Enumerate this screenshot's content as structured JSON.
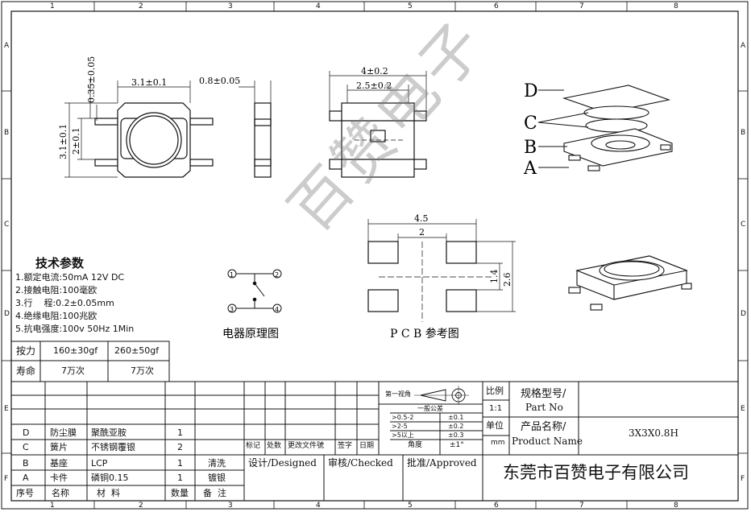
{
  "zones": {
    "columns": [
      "1",
      "2",
      "3",
      "4",
      "5",
      "6",
      "7",
      "8"
    ],
    "rows": [
      "A",
      "B",
      "C",
      "D",
      "E",
      "F"
    ]
  },
  "top_view": {
    "width_dim": "3.1±0.1",
    "height_dim": "3.1±0.1",
    "inner_height_dim": "2±0.1",
    "terminal_dim": "0.35±0.05"
  },
  "side_view": {
    "thickness_dim": "0.8±0.05"
  },
  "front_view": {
    "outer_dim": "4±0.2",
    "inner_dim": "2.5±0.2"
  },
  "exploded": {
    "labels": [
      "D",
      "C",
      "B",
      "A"
    ]
  },
  "pcb": {
    "title": "P C B  参考图",
    "dim_outer_w": "4.5",
    "dim_inner_w": "2",
    "dim_inner_h": "1.4",
    "dim_outer_h": "2.6"
  },
  "circuit": {
    "title": "电器原理图",
    "pins": [
      "1",
      "2",
      "3",
      "4"
    ]
  },
  "specs": {
    "title": "技术参数",
    "items": [
      "1.额定电流:50mA 12V DC",
      "2.接触电阻:100毫欧",
      "3.行    程:0.2±0.05mm",
      "4.绝缘电阻:100兆欧",
      "5.抗电强度:100v 50Hz 1Min"
    ]
  },
  "force_table": {
    "rows": [
      {
        "label": "按力",
        "v1": "160±30gf",
        "v2": "260±50gf"
      },
      {
        "label": "寿命",
        "v1": "7万次",
        "v2": "7万次"
      }
    ]
  },
  "bom": {
    "rows": [
      {
        "no": "D",
        "name": "防尘膜",
        "material": "聚酰亚胺",
        "qty": "1",
        "note": ""
      },
      {
        "no": "C",
        "name": "簧片",
        "material": "不锈钢覆银",
        "qty": "2",
        "note": ""
      },
      {
        "no": "B",
        "name": "基座",
        "material": "LCP",
        "qty": "1",
        "note": "清洗"
      },
      {
        "no": "A",
        "name": "卡件",
        "material": "磷铜0.15",
        "qty": "1",
        "note": "镀银"
      }
    ],
    "header": {
      "no": "序号",
      "name": "名称",
      "material": "材  料",
      "qty": "数量",
      "note": "备  注"
    }
  },
  "revision": {
    "headers": [
      "标记",
      "处数",
      "更改文件號",
      "签字",
      "日期"
    ],
    "design": "设计/Designed",
    "checked": "审核/Checked",
    "approved": "批准/Approved"
  },
  "tolerance": {
    "view_label": "第一视角",
    "title": "一般公差",
    "rows": [
      {
        "range": ">0.5-2",
        "tol": "±0.1"
      },
      {
        "range": ">2-5",
        "tol": "±0.2"
      },
      {
        "range": ">5以上",
        "tol": "±0.3"
      },
      {
        "range": "角度",
        "tol": "±1°"
      }
    ]
  },
  "title_block": {
    "scale_label": "比例",
    "scale_value": "1:1",
    "unit_label": "单位",
    "unit_value": "mm",
    "model_label_cn": "规格型号/",
    "model_label_en": "Part No",
    "product_label_cn": "产品名称/",
    "product_label_en": "Product Name",
    "product_value": "3X3X0.8H",
    "company": "东莞市百赞电子有限公司"
  },
  "watermark": "百赞电子"
}
